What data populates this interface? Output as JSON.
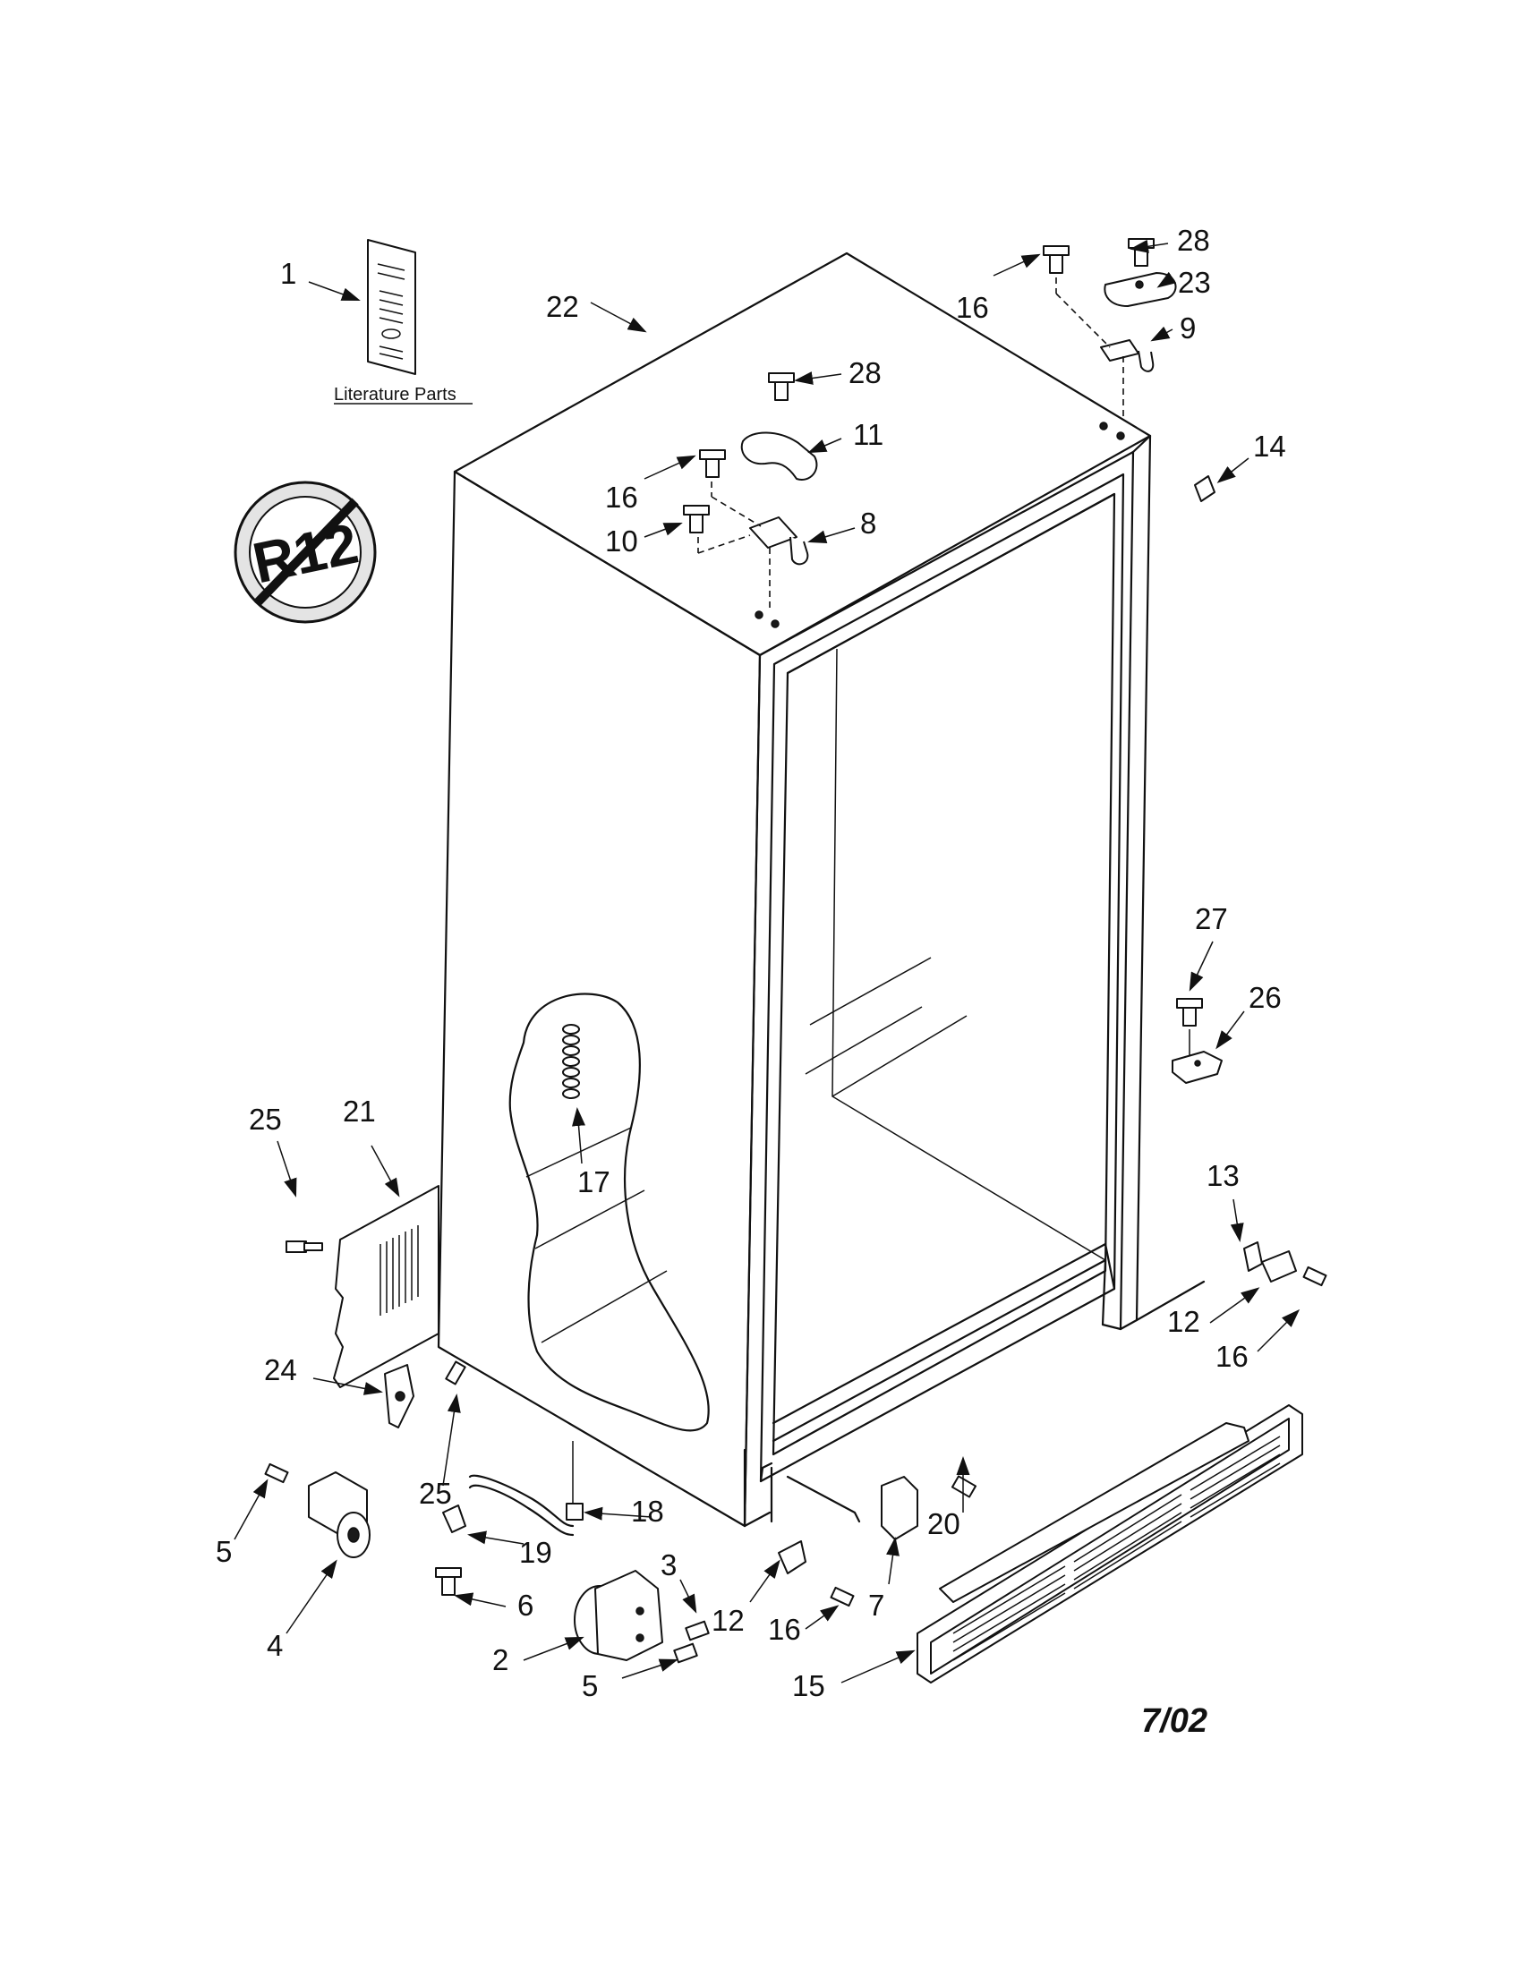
{
  "labels": {
    "literature_caption": "Literature Parts",
    "r12_badge": "R12",
    "date": "7/02",
    "callouts": [
      "1",
      "22",
      "28",
      "16",
      "23",
      "9",
      "28",
      "11",
      "16",
      "10",
      "8",
      "14",
      "27",
      "26",
      "25",
      "21",
      "17",
      "13",
      "12",
      "16",
      "24",
      "25",
      "18",
      "5",
      "19",
      "3",
      "20",
      "4",
      "6",
      "2",
      "12",
      "16",
      "7",
      "5",
      "15"
    ]
  },
  "icons": {
    "literature_booklet": "booklet-icon",
    "no_r12": "no-r12-icon"
  }
}
